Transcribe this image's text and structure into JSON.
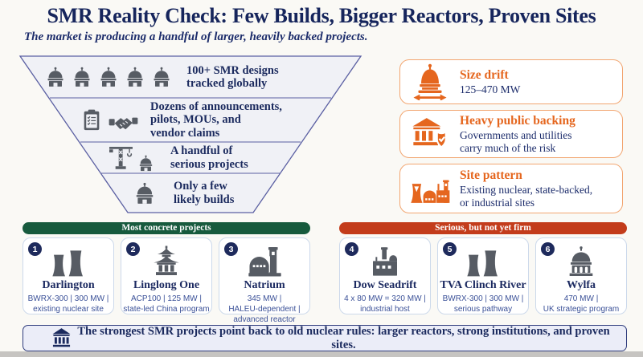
{
  "header": {
    "title": "SMR Reality Check: Few Builds, Bigger Reactors, Proven Sites",
    "subtitle": "The market is producing a handful of larger, heavily backed projects."
  },
  "funnel": {
    "levels": [
      {
        "label": "100+ SMR designs\ntracked globally",
        "icon": "reactor-dome-icon-x5"
      },
      {
        "label": "Dozens of announcements,\npilots, MOUs, and\nvendor claims",
        "icon": "clipboard-icon handshake-icon"
      },
      {
        "label": "A handful of\nserious projects",
        "icon": "crane-icon reactor-dome-icon"
      },
      {
        "label": "Only a few\nlikely builds",
        "icon": "reactor-dome-icon"
      }
    ]
  },
  "highlights": [
    {
      "title": "Size drift",
      "body": "125–470 MW",
      "icon": "dome-width-arrows-icon"
    },
    {
      "title": "Heavy public backing",
      "body": "Governments and utilities\ncarry much of the risk",
      "icon": "bank-shield-icon"
    },
    {
      "title": "Site pattern",
      "body": "Existing nuclear, state-backed,\nor industrial sites",
      "icon": "nuclear-site-icon"
    }
  ],
  "panels": [
    {
      "header": "Most concrete projects",
      "header_color": "#175a3d",
      "projects": [
        {
          "num": "1",
          "name": "Darlington",
          "details": "BWRX-300 | 300 MW |\nexisting nuclear site",
          "icon": "cooling-towers-icon"
        },
        {
          "num": "2",
          "name": "Linglong One",
          "details": "ACP100 | 125 MW |\nstate-led China program",
          "icon": "pagoda-icon"
        },
        {
          "num": "3",
          "name": "Natrium",
          "details": "345 MW |\nHALEU-dependent |\nadvanced reactor",
          "icon": "reactor-plant-icon"
        }
      ]
    },
    {
      "header": "Serious, but not yet firm",
      "header_color": "#c33c1b",
      "projects": [
        {
          "num": "4",
          "name": "Dow Seadrift",
          "details": "4 x 80 MW = 320 MW |\nindustrial host",
          "icon": "factory-icon"
        },
        {
          "num": "5",
          "name": "TVA Clinch River",
          "details": "BWRX-300 | 300 MW |\nserious pathway",
          "icon": "cooling-towers-icon"
        },
        {
          "num": "6",
          "name": "Wylfa",
          "details": "470 MW |\nUK strategic program",
          "icon": "capitol-dome-icon"
        }
      ]
    }
  ],
  "footer": {
    "text": "The strongest SMR projects point back to old nuclear rules: larger reactors, strong institutions, and proven sites.",
    "icon": "bank-icon"
  },
  "colors": {
    "navy_text": "#1b2a5e",
    "accent_orange": "#e5661e",
    "green_header": "#175a3d",
    "red_header": "#c33c1b",
    "funnel_fill": "#f0f1f6",
    "funnel_border": "#5a5fa2",
    "icon_gray": "#575c64",
    "background": "#faf9f5"
  }
}
